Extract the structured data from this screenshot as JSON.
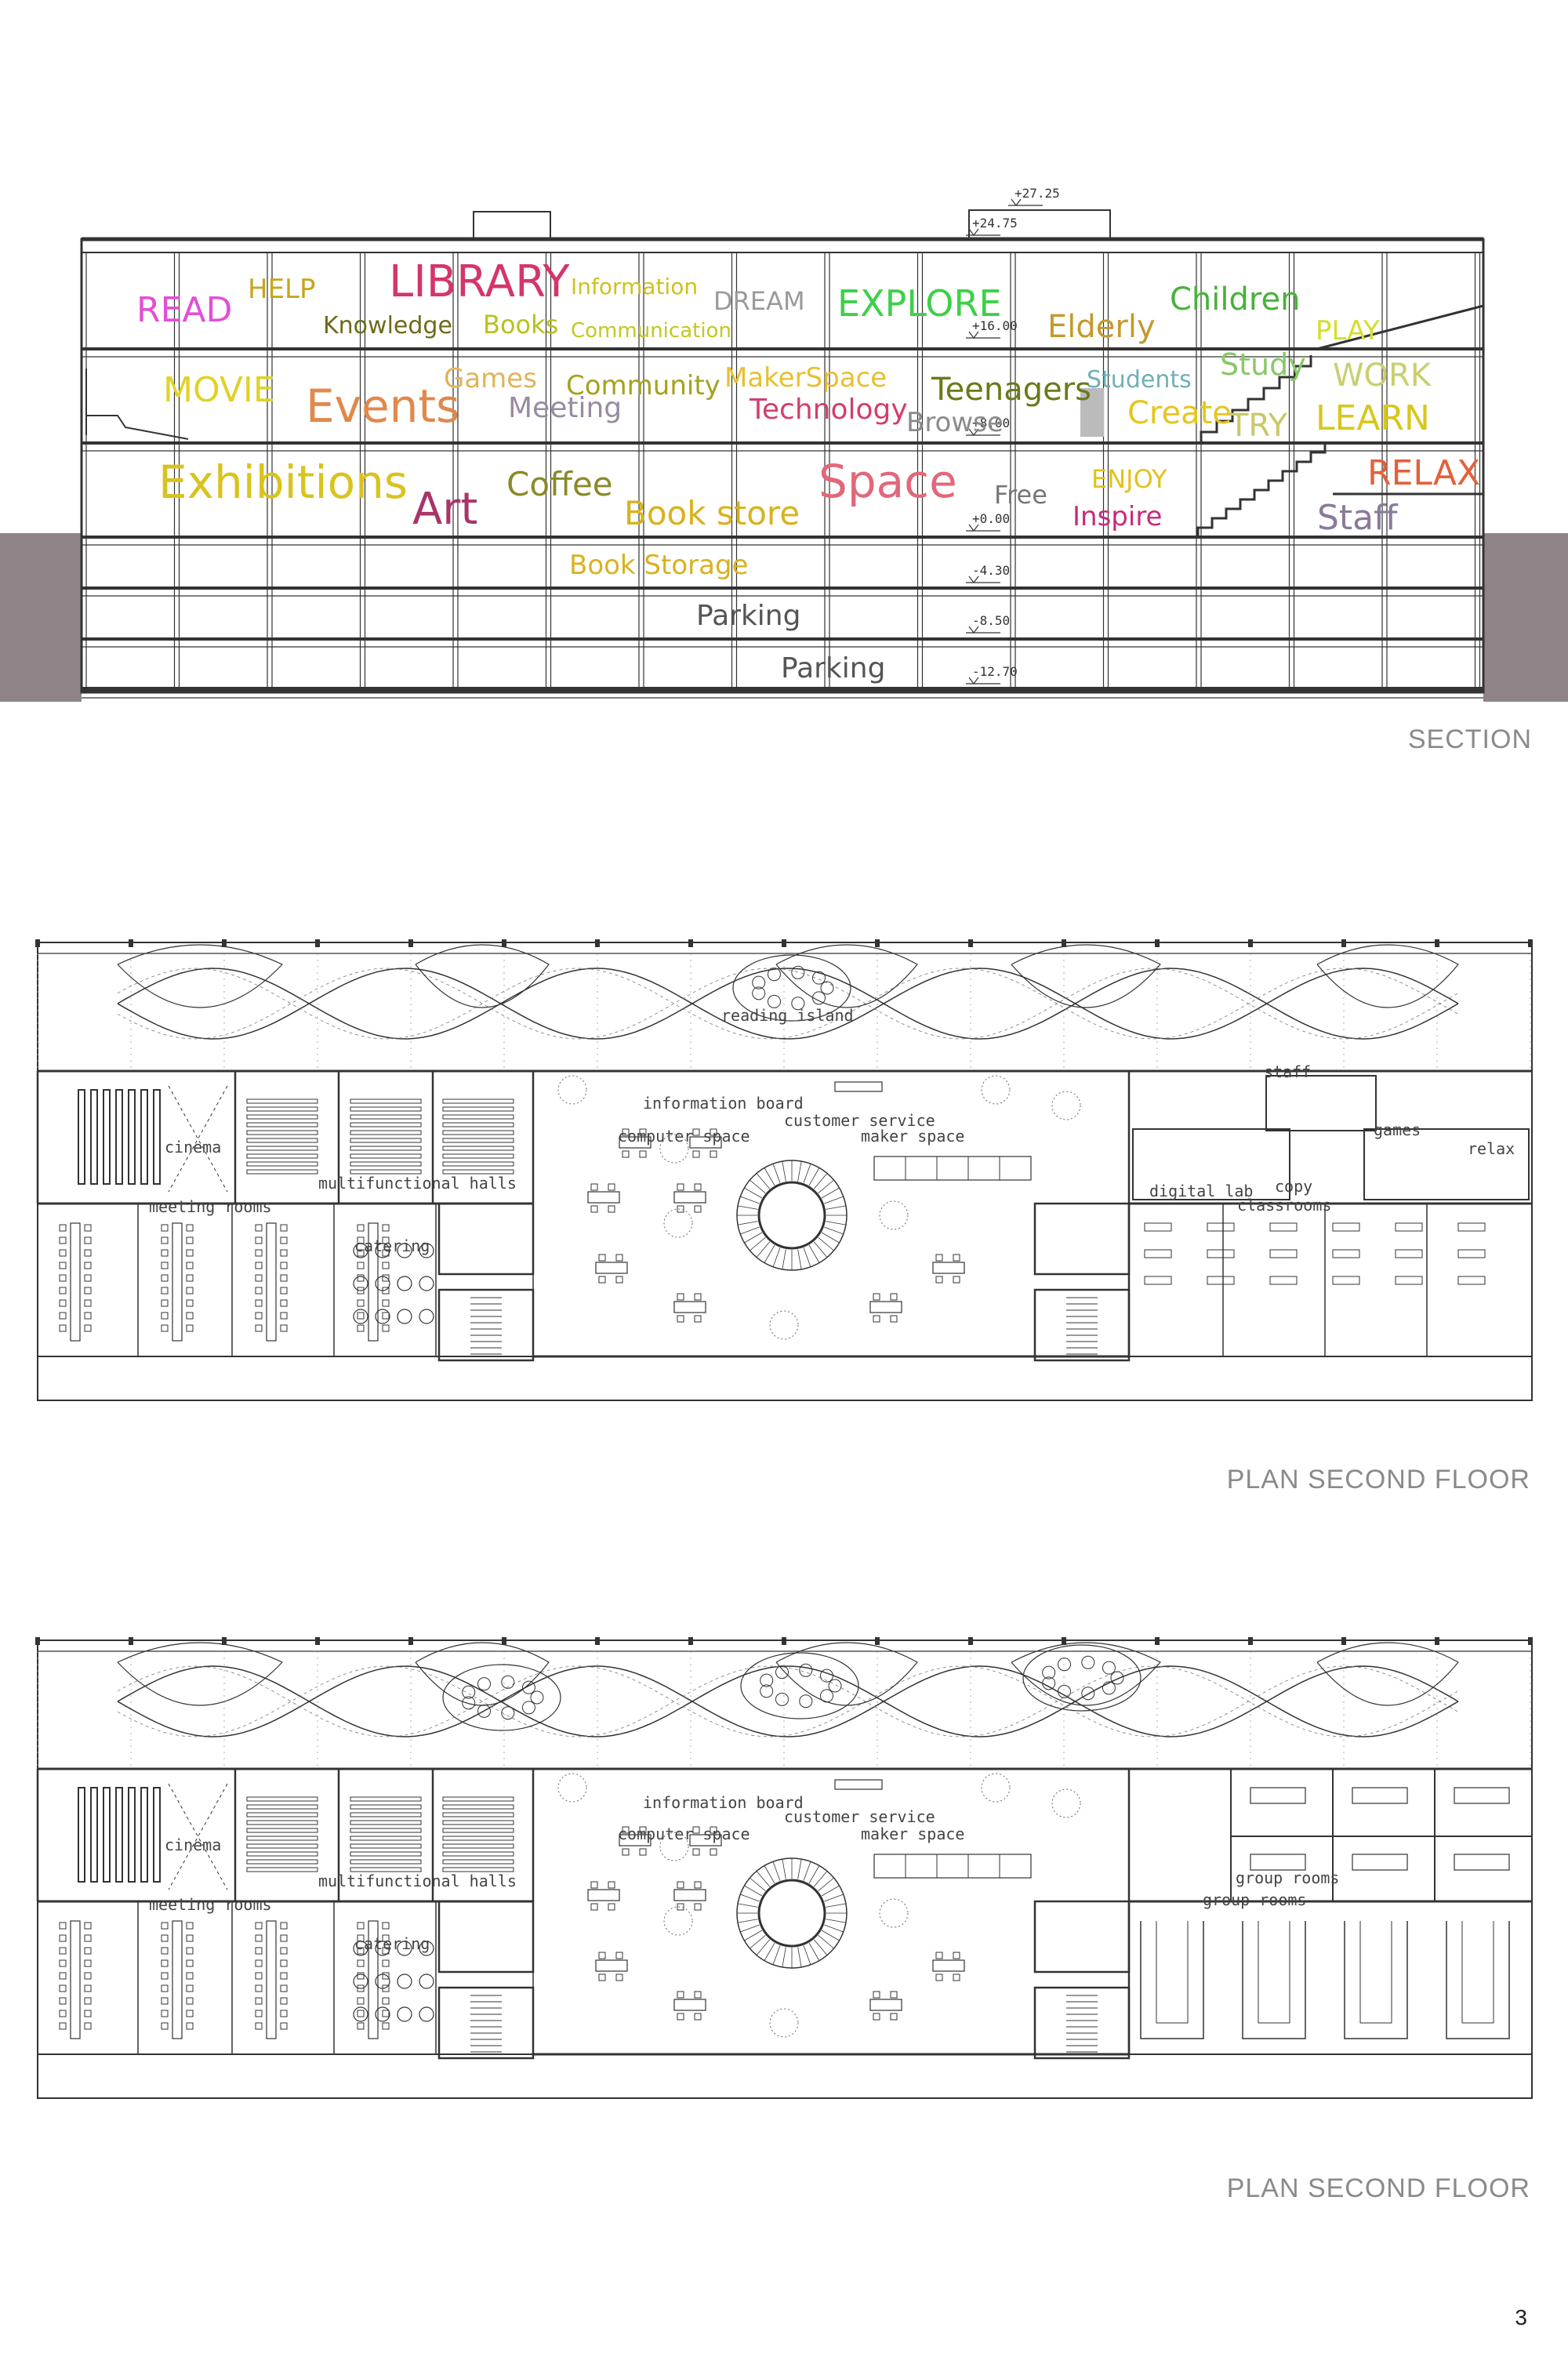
{
  "section": {
    "caption": "SECTION",
    "levels": [
      "+27.25",
      "+24.75",
      "+16.00",
      "+8.00",
      "+0.00",
      "-4.30",
      "-8.50",
      "-12.70"
    ],
    "words": [
      {
        "text": "READ",
        "color": "#e24fd6"
      },
      {
        "text": "HELP",
        "color": "#c7a520"
      },
      {
        "text": "LIBRARY",
        "color": "#d4356b"
      },
      {
        "text": "Information",
        "color": "#cfc21b"
      },
      {
        "text": "DREAM",
        "color": "#9a9a9a"
      },
      {
        "text": "EXPLORE",
        "color": "#3fcf4a"
      },
      {
        "text": "Children",
        "color": "#47b23a"
      },
      {
        "text": "Knowledge",
        "color": "#6e6a1a"
      },
      {
        "text": "Books",
        "color": "#b7c21e"
      },
      {
        "text": "Communication",
        "color": "#c3c91e"
      },
      {
        "text": "Elderly",
        "color": "#c49a2e"
      },
      {
        "text": "PLAY",
        "color": "#d3df2c"
      },
      {
        "text": "MOVIE",
        "color": "#e0d22a"
      },
      {
        "text": "Games",
        "color": "#e0b45a"
      },
      {
        "text": "Community",
        "color": "#a4a21c"
      },
      {
        "text": "MakerSpace",
        "color": "#e7c030"
      },
      {
        "text": "Students",
        "color": "#6fb0b8"
      },
      {
        "text": "Study",
        "color": "#8ac76a"
      },
      {
        "text": "WORK",
        "color": "#c9cf6f"
      },
      {
        "text": "Events",
        "color": "#e0894b"
      },
      {
        "text": "Meeting",
        "color": "#9a8aa0"
      },
      {
        "text": "Technology",
        "color": "#d23f6a"
      },
      {
        "text": "Teenagers",
        "color": "#6a7a18"
      },
      {
        "text": "Browse",
        "color": "#8a8a8a"
      },
      {
        "text": "Create",
        "color": "#e6c51f"
      },
      {
        "text": "TRY",
        "color": "#c8c86a"
      },
      {
        "text": "LEARN",
        "color": "#d8c71d"
      },
      {
        "text": "Exhibitions",
        "color": "#d9c31d"
      },
      {
        "text": "Art",
        "color": "#a8356a"
      },
      {
        "text": "Coffee",
        "color": "#8a8a2a"
      },
      {
        "text": "Book store",
        "color": "#d9b21d"
      },
      {
        "text": "Space",
        "color": "#e2677a"
      },
      {
        "text": "Free",
        "color": "#777777"
      },
      {
        "text": "ENJOY",
        "color": "#e2c21d"
      },
      {
        "text": "Inspire",
        "color": "#c92a7a"
      },
      {
        "text": "RELAX",
        "color": "#e2613a"
      },
      {
        "text": "Staff",
        "color": "#8a7a9a"
      },
      {
        "text": "Book Storage",
        "color": "#d9b21d"
      },
      {
        "text": "Parking",
        "color": "#555555"
      },
      {
        "text": "Parking",
        "color": "#555555"
      }
    ]
  },
  "plan_a": {
    "caption": "PLAN SECOND FLOOR",
    "labels": [
      "reading island",
      "information board",
      "customer service",
      "computer space",
      "maker space",
      "cinema",
      "multifunctional halls",
      "meeting rooms",
      "catering",
      "staff",
      "games",
      "relax",
      "digital lab",
      "copy",
      "classrooms"
    ]
  },
  "plan_b": {
    "caption": "PLAN SECOND FLOOR",
    "labels": [
      "information board",
      "customer service",
      "computer space",
      "maker space",
      "cinema",
      "multifunctional halls",
      "meeting rooms",
      "catering",
      "group rooms",
      "group rooms"
    ]
  },
  "page_number": "3",
  "colors": {
    "ground": "#8e8487",
    "line": "#333333",
    "caption": "#8a8a8a"
  }
}
